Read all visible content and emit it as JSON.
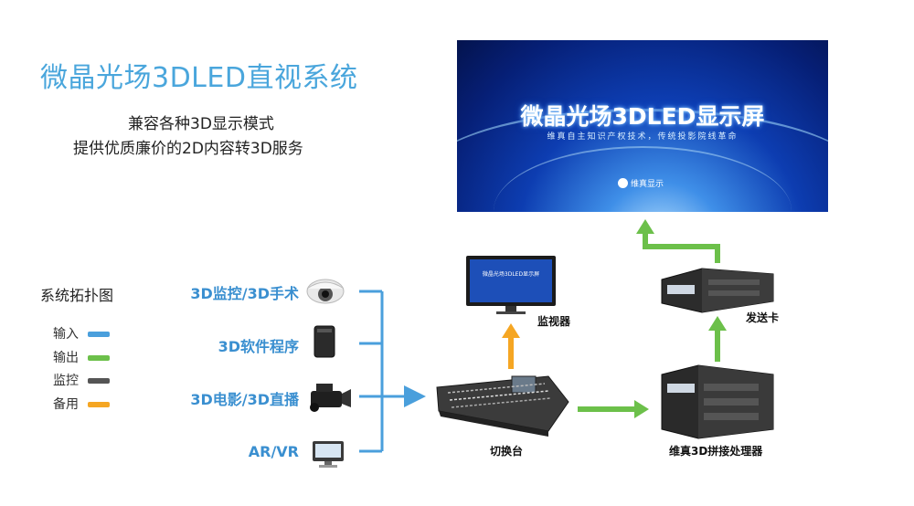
{
  "title": "微晶光场3DLED直视系统",
  "subtitles": [
    "兼容各种3D显示模式",
    "提供优质廉价的2D内容转3D服务"
  ],
  "screen": {
    "title": "微晶光场3DLED显示屏",
    "subtitle": "维真自主知识产权技术，传统投影院线革命",
    "logo_text": "维真显示"
  },
  "topology_label": "系统拓扑图",
  "legend": [
    {
      "label": "输入",
      "color": "#4a9fdc"
    },
    {
      "label": "输出",
      "color": "#6cc04a"
    },
    {
      "label": "监控",
      "color": "#555555"
    },
    {
      "label": "备用",
      "color": "#f5a623"
    }
  ],
  "sources": [
    {
      "label": "3D监控/3D手术",
      "icon": "dome-camera-icon"
    },
    {
      "label": "3D软件程序",
      "icon": "hard-drive-icon"
    },
    {
      "label": "3D电影/3D直播",
      "icon": "video-camera-icon"
    },
    {
      "label": "AR/VR",
      "icon": "computer-monitor-icon"
    }
  ],
  "devices": {
    "switcher": "切换台",
    "monitor": "监视器",
    "processor": "维真3D拼接处理器",
    "sender": "发送卡"
  },
  "colors": {
    "input": "#4a9fdc",
    "output": "#6cc04a",
    "backup": "#f5a623",
    "title": "#4aa6dc"
  }
}
